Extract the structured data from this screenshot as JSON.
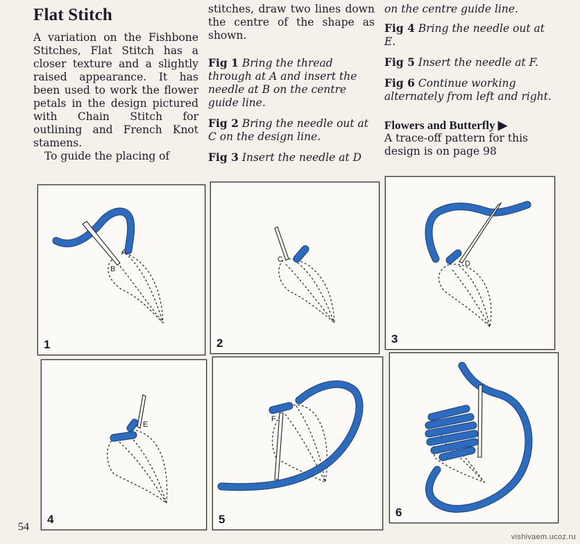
{
  "column1": {
    "title": "Flat Stitch",
    "intro": "A variation on the Fishbone Stitches, Flat Stitch has a closer texture and a slightly raised appearance. It has been used to work the flower petals in the design pictured with Chain Stitch for outlining and French Knot stamens.",
    "guide_start": "To guide the placing of"
  },
  "column2": {
    "guide_end": "stitches, draw two lines down the centre of the shape as shown.",
    "steps": [
      {
        "label": "Fig 1",
        "text": "Bring the thread through at A and insert the needle at B on the centre guide line."
      },
      {
        "label": "Fig 2",
        "text": "Bring the needle out at C on the design line."
      },
      {
        "label": "Fig 3",
        "text": "Insert the needle at D"
      }
    ]
  },
  "column3": {
    "cont": "on the centre guide line.",
    "steps": [
      {
        "label": "Fig 4",
        "text": "Bring the needle out at E."
      },
      {
        "label": "Fig 5",
        "text": "Insert the needle at F."
      },
      {
        "label": "Fig 6",
        "text": "Continue working alternately from left and right."
      }
    ],
    "section_title": "Flowers and Butterfly ▶",
    "section_text": "A trace-off pattern for this design is on page 98"
  },
  "figures": [
    {
      "number": "1",
      "point_labels": [
        "A",
        "B"
      ]
    },
    {
      "number": "2",
      "point_labels": [
        "C"
      ]
    },
    {
      "number": "3",
      "point_labels": [
        "D"
      ]
    },
    {
      "number": "4",
      "point_labels": [
        "E"
      ]
    },
    {
      "number": "5",
      "point_labels": [
        "F"
      ]
    },
    {
      "number": "6",
      "point_labels": []
    }
  ],
  "page_number": "54",
  "watermark": "vishivaem.ucoz.ru",
  "colors": {
    "thread": "#2b6cc0",
    "ink": "#1d1b2a",
    "paper": "#f4f1ea"
  }
}
